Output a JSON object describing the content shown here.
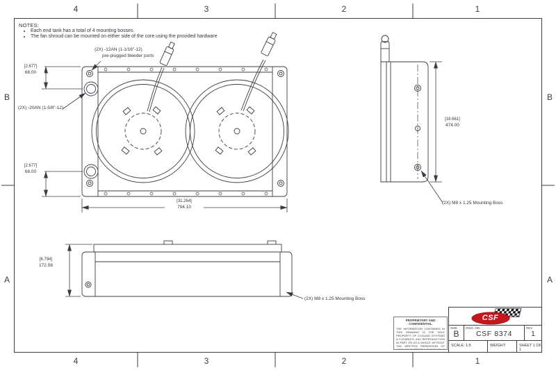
{
  "sheet": {
    "zones_top": [
      "4",
      "3",
      "2",
      "1"
    ],
    "zones_bottom": [
      "4",
      "3",
      "2",
      "1"
    ],
    "zones_left": [
      "B",
      "A"
    ],
    "zones_right": [
      "B",
      "A"
    ]
  },
  "notes": {
    "heading": "NOTES:",
    "items": [
      "Each end tank has a total of 4 mounting bosses.",
      "The fan shroud can be mounted on either side of the core using the provided hardware"
    ]
  },
  "front_view": {
    "bleeder_line1": "(2X) -12AN (1-1/16\"-12)",
    "bleeder_line2": "pre-plugged bleeder ports",
    "port_callout": "(2X) -20AN (1-5/8\"-12)",
    "dim_top_in": "[2.677]",
    "dim_top_mm": "68.00",
    "dim_bottom_in": "[2.677]",
    "dim_bottom_mm": "68.00",
    "dim_width_in": "[31.264]",
    "dim_width_mm": "794.10"
  },
  "side_view": {
    "dim_height_in": "[18.661]",
    "dim_height_mm": "474.00",
    "boss_callout": "(2X) M8 x 1.25 Mounting Boss"
  },
  "bottom_view": {
    "dim_depth_in": "[6.794]",
    "dim_depth_mm": "172.56",
    "boss_callout": "(2X) M8 x 1.25 Mounting Boss"
  },
  "title_block": {
    "logo_text": "CSF",
    "size_label": "SIZE",
    "size_value": "B",
    "dwg_label": "DWG.  NO.",
    "dwg_value": "CSF 8374",
    "rev_label": "REV",
    "rev_value": "1",
    "scale_label": "SCALE: 1:5",
    "weight_label": "WEIGHT:",
    "sheet_label": "SHEET 1 OF 1",
    "proprietary_title": "PROPRIETARY AND CONFIDENTIAL",
    "proprietary_body": "THE INFORMATION CONTAINED IN THIS DRAWING IS THE SOLE PROPERTY OF COOLING SYSTEMS & FLEXIBLES. ANY REPRODUCTION IN PART OR AS A WHOLE WITHOUT THE WRITTEN PERMISSION OF COOLING SYSTEMS & FLEXIBLES IS PROHIBITED."
  }
}
